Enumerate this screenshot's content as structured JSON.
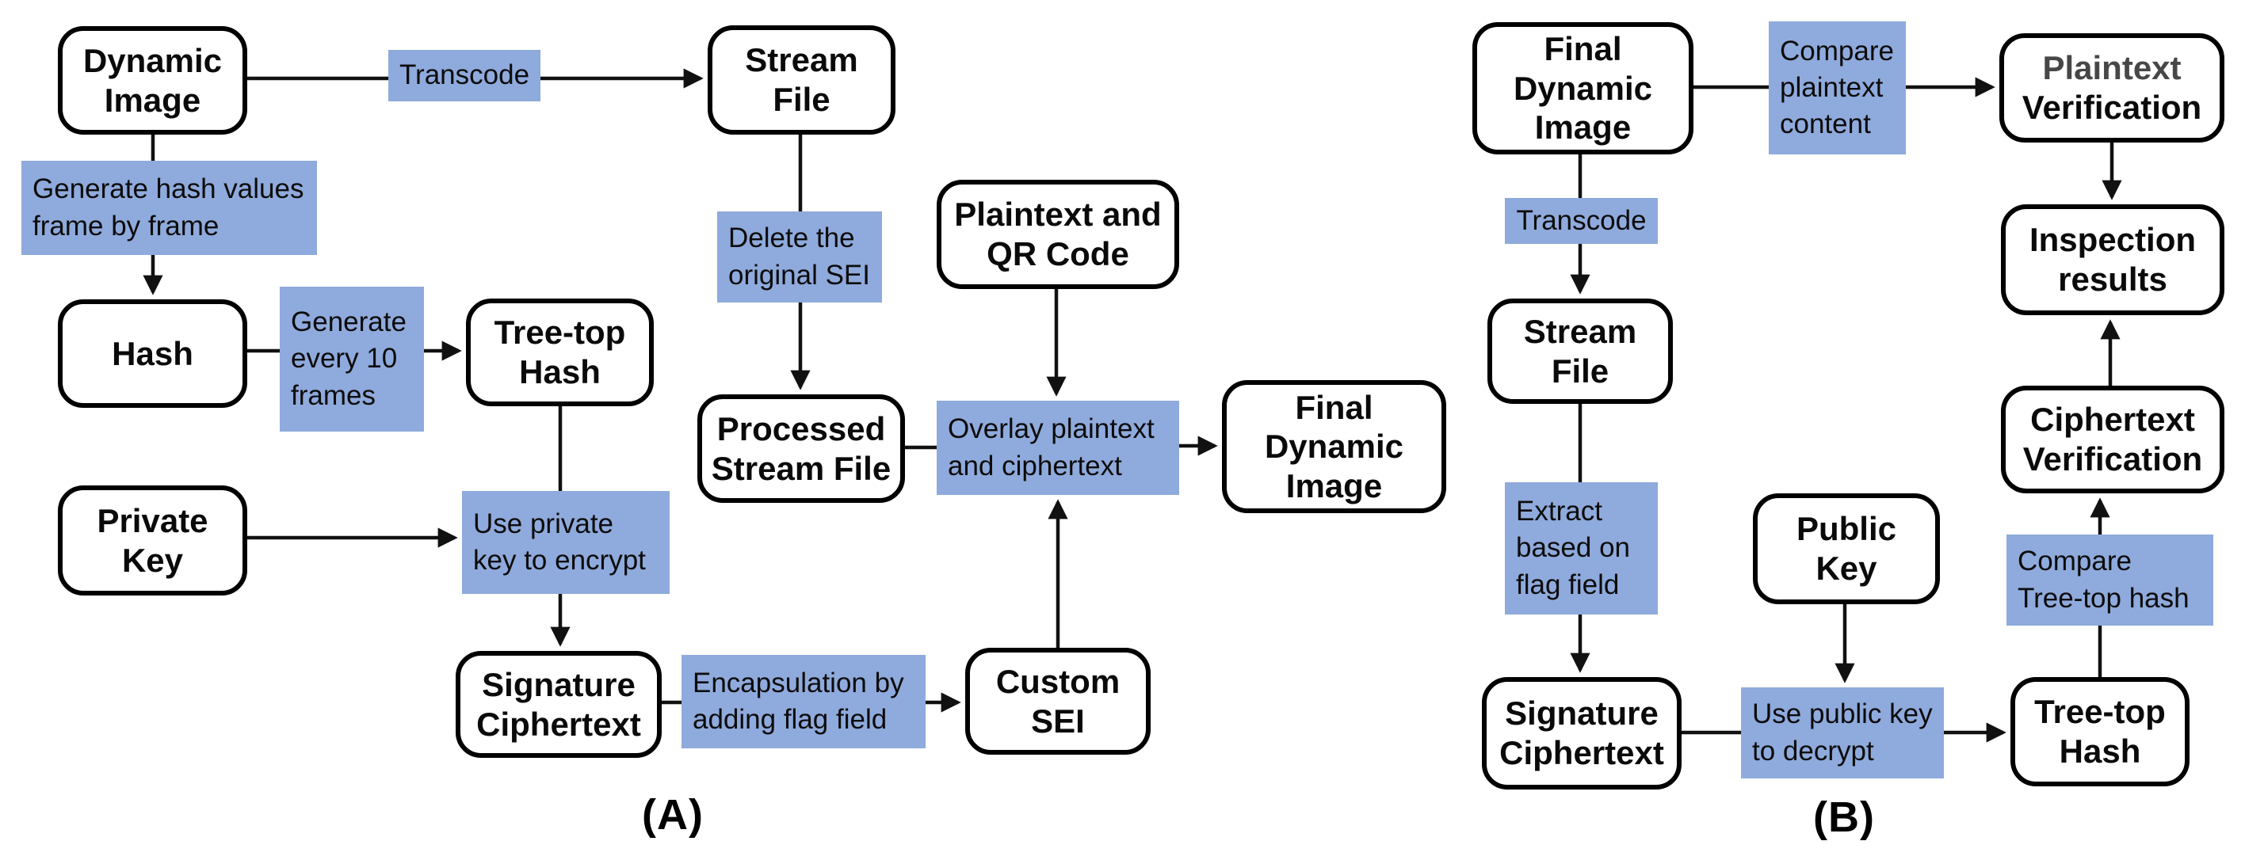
{
  "diagram": {
    "type": "flowchart",
    "background_color": "#ffffff",
    "process_box_fill": "#ffffff",
    "process_box_border": "#000000",
    "action_label_fill": "#8FAADC",
    "text_color": "#0a0a0a",
    "muted_text_color": "#474747"
  },
  "a": {
    "caption": "(A)",
    "dynamic_image": "Dynamic\nImage",
    "transcode": "Transcode",
    "stream_file": "Stream\nFile",
    "generate_hash_values": "Generate hash values\nframe by frame",
    "hash": "Hash",
    "generate_every_10": "Generate\nevery 10\nframes",
    "tree_top_hash": "Tree-top\nHash",
    "delete_original_sei": "Delete the\noriginal SEI",
    "plaintext_qr": "Plaintext and\nQR Code",
    "processed_stream_file": "Processed\nStream File",
    "overlay": "Overlay plaintext\nand ciphertext",
    "final_dynamic_image": "Final\nDynamic\nImage",
    "private_key": "Private\nKey",
    "use_private_key": "Use private\nkey to encrypt",
    "signature_ciphertext": "Signature\nCiphertext",
    "encapsulation": "Encapsulation by\nadding flag field",
    "custom_sei": "Custom\nSEI"
  },
  "b": {
    "caption": "(B)",
    "final_dynamic_image": "Final\nDynamic\nImage",
    "compare_plaintext": "Compare\nplaintext\ncontent",
    "plaintext_verification_line1": "Plaintext",
    "plaintext_verification_line2": "Verification",
    "transcode": "Transcode",
    "stream_file": "Stream\nFile",
    "inspection_results": "Inspection\nresults",
    "ciphertext_verification": "Ciphertext\nVerification",
    "extract_flag": "Extract\nbased on\nflag field",
    "public_key": "Public\nKey",
    "compare_tree_top": "Compare\nTree-top hash",
    "signature_ciphertext": "Signature\nCiphertext",
    "use_public_key": "Use public key\nto decrypt",
    "tree_top_hash": "Tree-top\nHash"
  }
}
